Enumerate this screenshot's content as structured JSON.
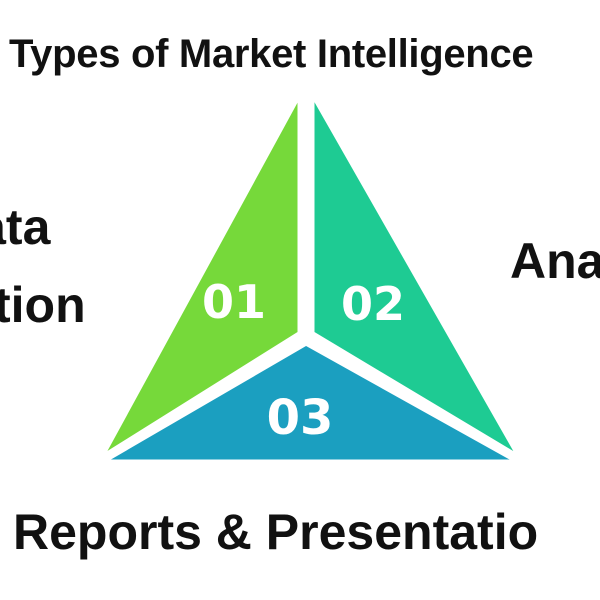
{
  "title": "Types of Market Intelligence",
  "labels": {
    "left_line1": "Data",
    "left_line2": "tion",
    "right": "Ana",
    "bottom": "Reports & Presentatio"
  },
  "segments": [
    {
      "number": "01",
      "color": "#76d93a"
    },
    {
      "number": "02",
      "color": "#1ecb93"
    },
    {
      "number": "03",
      "color": "#1b9fc0"
    }
  ]
}
